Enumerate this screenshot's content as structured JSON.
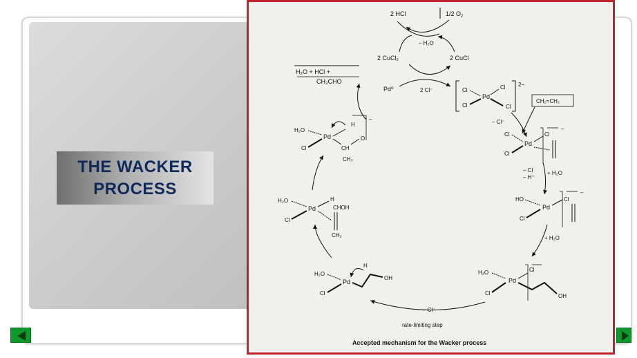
{
  "slide": {
    "title": "THE WACKER\nPROCESS"
  },
  "diagram": {
    "caption": "Accepted mechanism for the Wacker process",
    "top_cycle": {
      "hcl": "2 HCl",
      "o2": "1/2 O",
      "o2_sub": "2",
      "minus_h2o": "– H₂O",
      "cucl2": "2 CuCl₂",
      "cucl": "2 CuCl",
      "pd0": "Pd⁰",
      "two_cl": "2 Cl⁻"
    },
    "product_box": {
      "line1": "H₂O + HCl +",
      "line2": "CH₃CHO"
    },
    "ethylene_box": "CH₂=CH₂",
    "steps": {
      "minus_cl": "– Cl⁻",
      "minus_cl_h": "– Cl",
      "minus_h": "– H⁺",
      "plus_h2o": "+ H₂O",
      "plus_h2o_2": "+ H₂O",
      "minus_cl_bottom": "– Cl⁻",
      "rate_limiting": "rate-limiting step"
    },
    "labels": {
      "pd": "Pd",
      "cl": "Cl",
      "h2o": "H₂O",
      "ho": "HO",
      "h": "H",
      "o": "O",
      "oh": "OH",
      "ch": "CH",
      "ch3": "CH₃",
      "chohlabel": "CHOH",
      "ch2": "CH₂",
      "charge_2minus": "2–",
      "charge_minus": "–"
    }
  },
  "nav": {
    "prev_icon": "triangle-left-icon",
    "next_icon": "triangle-right-icon"
  },
  "colors": {
    "frame_border": "#c0232b",
    "title_text": "#0f2a5a",
    "nav_button": "#0e9a2c"
  }
}
